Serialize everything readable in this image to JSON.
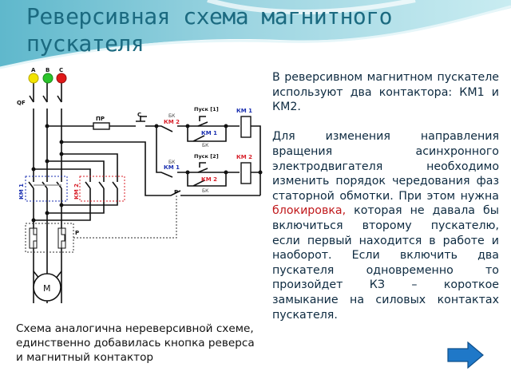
{
  "slide": {
    "title": "Реверсивная схема магнитного пускателя",
    "paragraph1": "В реверсивном магнитном пускателе используют два контактора: КМ1 и КМ2.",
    "paragraph2_before": "Для изменения направления вращения асинхронного электродвигателя необходимо изменить порядок чередования фаз статорной обмотки. При этом нужна ",
    "paragraph2_highlight": "блокировка,",
    "paragraph2_after": " которая не давала бы включиться второму пускателю, если первый находится в работе и наоборот. Если включить два пускателя одновременно то произойдет КЗ – короткое замыкание на силовых контактах пускателя.",
    "caption": "Схема аналогична нереверсивной схеме, единственно добавилась кнопка реверса и магнитный контактор",
    "next_button": "next-arrow"
  },
  "diagram": {
    "phase_a": "A",
    "phase_b": "B",
    "phase_c": "C",
    "breaker": "QF",
    "fuse": "ПР",
    "stop": "С",
    "bk": "БК",
    "km1": "КМ 1",
    "km2": "КМ 2",
    "start1": "Пуск [1]",
    "start2": "Пуск [2]",
    "relay": "Р",
    "motor": "М",
    "colors": {
      "a": "#f2e400",
      "b": "#2bc42b",
      "c": "#e01818",
      "km1": "#1a2fb0",
      "km2": "#d8202a"
    }
  }
}
